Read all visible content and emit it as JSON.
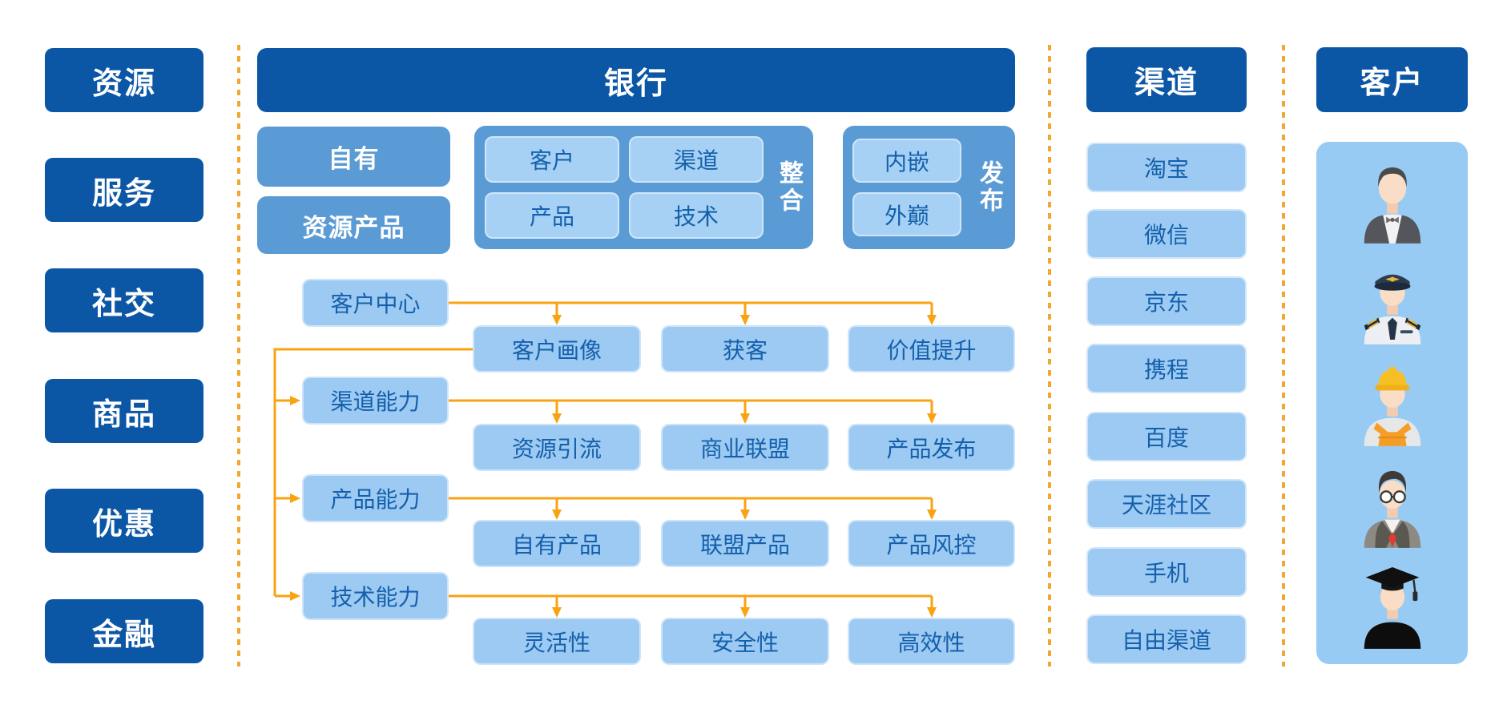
{
  "palette": {
    "dark_blue": "#0B57A6",
    "mid_blue": "#5B9BD5",
    "light_blue": "#9CCAF2",
    "label_blue": "#1560AC",
    "connector_orange": "#F9A313",
    "divider_orange": "#F2A733"
  },
  "left_column": {
    "items": [
      "资源",
      "服务",
      "社交",
      "商品",
      "优惠",
      "金融"
    ]
  },
  "bank": {
    "title": "银行",
    "own": "自有",
    "resource_product": "资源产品",
    "integration": {
      "label": "整合",
      "items": [
        "客户",
        "渠道",
        "产品",
        "技术"
      ]
    },
    "publish": {
      "label": "发布",
      "items": [
        "内嵌",
        "外巅"
      ]
    },
    "rows": [
      {
        "header": "客户中心",
        "children": [
          "客户画像",
          "获客",
          "价值提升"
        ]
      },
      {
        "header": "渠道能力",
        "children": [
          "资源引流",
          "商业联盟",
          "产品发布"
        ]
      },
      {
        "header": "产品能力",
        "children": [
          "自有产品",
          "联盟产品",
          "产品风控"
        ]
      },
      {
        "header": "技术能力",
        "children": [
          "灵活性",
          "安全性",
          "高效性"
        ]
      }
    ]
  },
  "channels": {
    "title": "渠道",
    "items": [
      "淘宝",
      "微信",
      "京东",
      "携程",
      "百度",
      "天涯社区",
      "手机",
      "自由渠道"
    ]
  },
  "customers": {
    "title": "客户",
    "persona_icons": [
      "waiter-icon",
      "pilot-icon",
      "construction-worker-icon",
      "businessman-icon",
      "graduate-icon"
    ]
  }
}
